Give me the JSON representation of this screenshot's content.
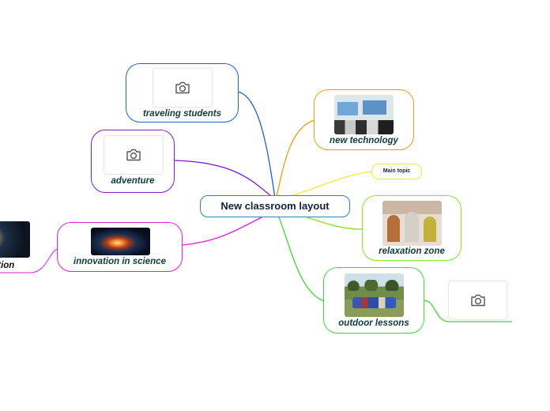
{
  "map": {
    "central_topic": "New classroom layout",
    "main_topic_small": "Main topic",
    "nodes": {
      "traveling_students": {
        "label": "traveling students",
        "color": "#1e5fd6",
        "image": "camera-placeholder"
      },
      "adventure": {
        "label": "adventure",
        "color": "#7b1fd6",
        "image": "camera-placeholder"
      },
      "innovation_science": {
        "label": "innovation in science",
        "color": "#e020d8",
        "image": "glowing-brain-photo"
      },
      "solution": {
        "label": "olution",
        "color": "#e020d8",
        "image": "dark-space-photo"
      },
      "new_technology": {
        "label": "new technology",
        "color": "#f59a12",
        "image": "classroom-screens-photo"
      },
      "main_topic": {
        "color": "#f0e83a"
      },
      "relaxation_zone": {
        "label": "relaxation zone",
        "color": "#88e025",
        "image": "lounge-pods-photo"
      },
      "outdoor_lessons": {
        "label": "outdoor lessons",
        "color": "#3ed83a",
        "image": "outdoor-class-photo"
      },
      "outdoor_child": {
        "color": "#3ed83a",
        "image": "camera-placeholder"
      }
    },
    "center_border_color": "#2b85b8"
  }
}
